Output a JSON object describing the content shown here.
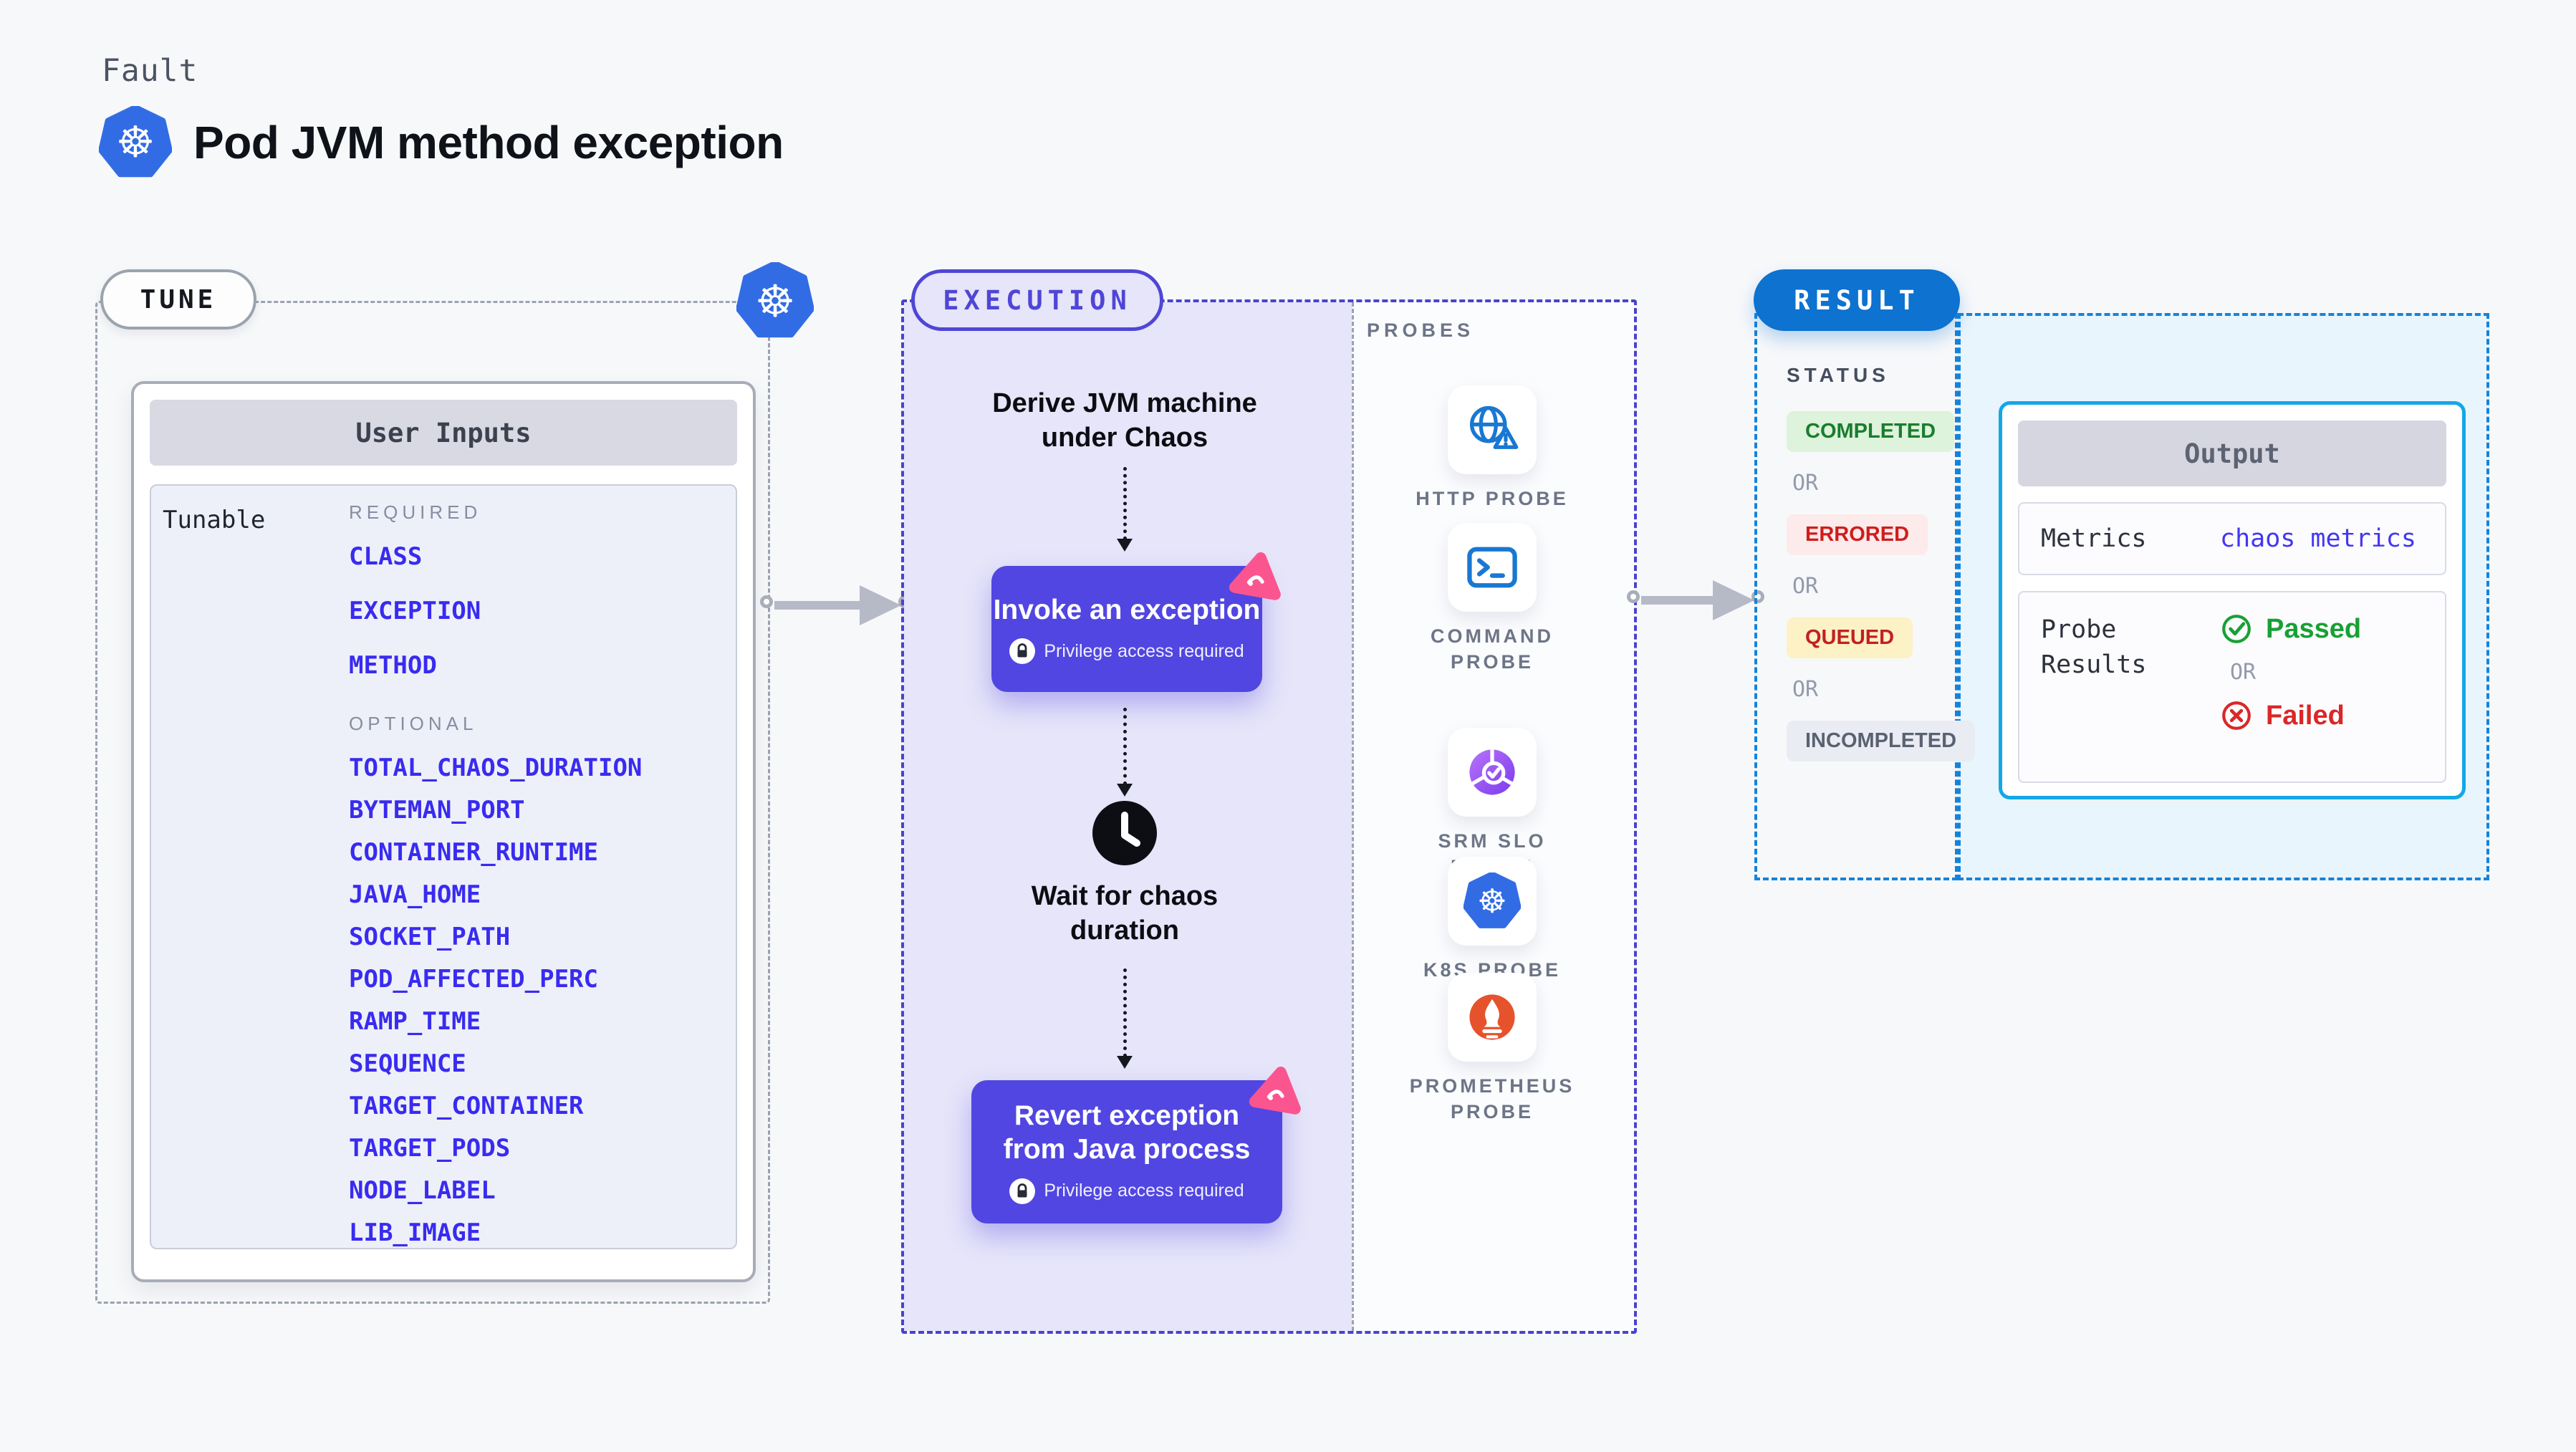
{
  "header": {
    "kicker": "Fault",
    "title": "Pod JVM method exception"
  },
  "tune": {
    "pill": "TUNE",
    "card_title": "User Inputs",
    "row_label": "Tunable",
    "required_label": "REQUIRED",
    "required_items": [
      "CLASS",
      "EXCEPTION",
      "METHOD"
    ],
    "optional_label": "OPTIONAL",
    "optional_items": [
      "TOTAL_CHAOS_DURATION",
      "BYTEMAN_PORT",
      "CONTAINER_RUNTIME",
      "JAVA_HOME",
      "SOCKET_PATH",
      "POD_AFFECTED_PERC",
      "RAMP_TIME",
      "SEQUENCE",
      "TARGET_CONTAINER",
      "TARGET_PODS",
      "NODE_LABEL",
      "LIB_IMAGE"
    ]
  },
  "execution": {
    "pill": "EXECUTION",
    "derive_text": "Derive JVM machine under Chaos",
    "invoke": {
      "title": "Invoke an exception",
      "badge": "Privilege access required"
    },
    "wait_text": "Wait for chaos duration",
    "revert": {
      "title": "Revert exception from Java process",
      "badge": "Privilege access required"
    }
  },
  "probes": {
    "label": "PROBES",
    "items": [
      {
        "icon": "http-probe-icon",
        "label": "HTTP PROBE"
      },
      {
        "icon": "command-probe-icon",
        "label": "COMMAND PROBE"
      },
      {
        "icon": "srm-slo-probe-icon",
        "label": "SRM SLO PROBE"
      },
      {
        "icon": "k8s-probe-icon",
        "label": "K8S PROBE"
      },
      {
        "icon": "prometheus-probe-icon",
        "label": "PROMETHEUS PROBE"
      }
    ]
  },
  "result": {
    "pill": "RESULT",
    "status_label": "STATUS",
    "or_label": "OR",
    "statuses": [
      {
        "label": "COMPLETED",
        "bg": "#ddf3db",
        "color": "#1a7d2e"
      },
      {
        "label": "ERRORED",
        "bg": "#fdeaea",
        "color": "#cf1d1d"
      },
      {
        "label": "QUEUED",
        "bg": "#fdf1c6",
        "color": "#c32020"
      },
      {
        "label": "INCOMPLETED",
        "bg": "#eaecf3",
        "color": "#5a6272"
      }
    ],
    "output": {
      "title": "Output",
      "metrics_label": "Metrics",
      "metrics_value": "chaos metrics",
      "probe_results_label": "Probe Results",
      "passed_label": "Passed",
      "or_label": "OR",
      "failed_label": "Failed"
    }
  },
  "colors": {
    "page_bg": "#f7f8fa",
    "tunable_item": "#392bf0",
    "execution_accent": "#4f46d6",
    "execution_bg": "#e6e5f9",
    "step_button": "#5146e1",
    "chaos_pink": "#fb5590",
    "probe_blue": "#1878d2",
    "kubernetes_blue": "#326ce5",
    "srm_purple": "#8a4bf2",
    "prometheus_orange": "#e6522c",
    "result_blue": "#0d72d0",
    "result_dash": "#1583da",
    "output_border": "#14a7e8",
    "passed_green": "#18a035",
    "failed_red": "#da2727"
  }
}
